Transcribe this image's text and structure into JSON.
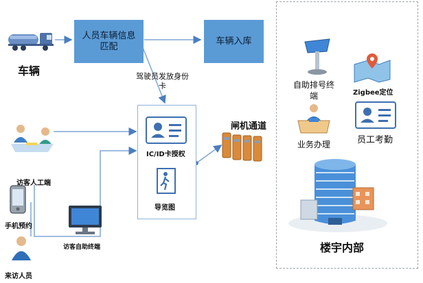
{
  "flow": {
    "vehicle_label": "车辆",
    "match_box": "人员车辆信息\n匹配",
    "entry_box": "车辆入库",
    "driver_card_note": "驾驶员发放身份\n卡",
    "ic_card_label": "IC/ID卡授权",
    "guide_label": "导览图",
    "gate_label": "闸机通道",
    "visitor_manual_label": "访客人工端",
    "phone_booking_label": "手机预约",
    "self_terminal_label": "访客自助终端",
    "visitor_label": "来访人员"
  },
  "building": {
    "kiosk_label": "自助排号终\n端",
    "zigbee_label": "Zigbee定位",
    "business_label": "业务办理",
    "attendance_label": "员工考勤",
    "interior_label": "楼宇内部"
  },
  "colors": {
    "box_fill": "#5b9bd5",
    "line": "#7ea6d6",
    "arrow": "#4a7fc0",
    "zone_border": "#9aa3ad"
  }
}
